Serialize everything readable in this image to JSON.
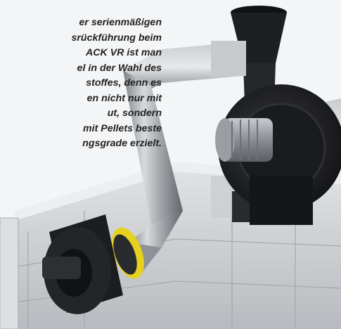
{
  "caption": {
    "lines": [
      "er serienmäßigen",
      "srückführung beim",
      "ACK VR ist man",
      "el in der Wahl des",
      "stoffes, denn es",
      "en nicht nur mit",
      "ut, sondern",
      "mit Pellets beste",
      "ngsgrade erzielt."
    ]
  },
  "image": {
    "subject": "machinery-render",
    "colors": {
      "background": "#f4f5f6",
      "metal": "#a9adb2",
      "dark_parts": "#1c1d1f",
      "accent_ring": "#e6d21e",
      "platform": "#d3d6d9"
    }
  }
}
